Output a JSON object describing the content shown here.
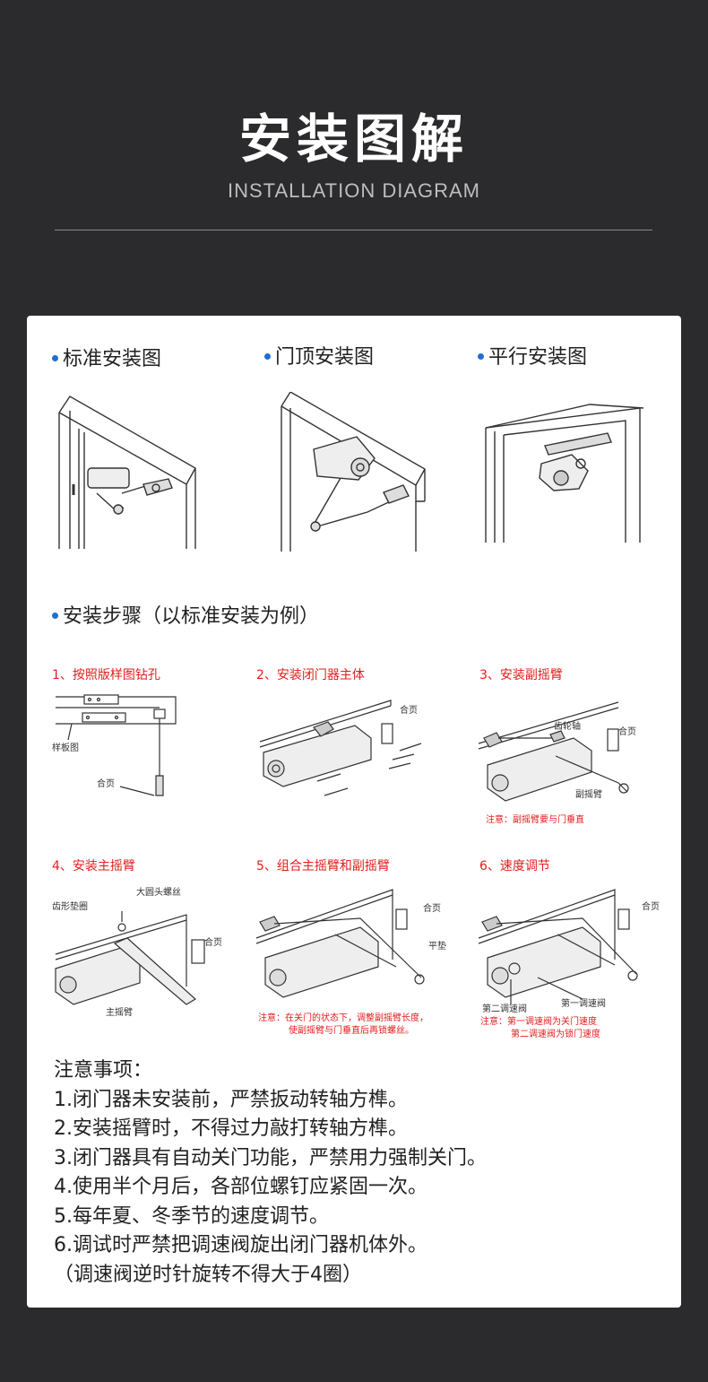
{
  "header": {
    "title": "安装图解",
    "subtitle": "INSTALLATION DIAGRAM"
  },
  "sections": {
    "standard": "标准安装图",
    "top": "门顶安装图",
    "parallel": "平行安装图",
    "steps_title": "安装步骤（以标准安装为例）"
  },
  "steps": [
    {
      "title": "1、按照版样图钻孔",
      "labels": [
        "样板图",
        "合页"
      ]
    },
    {
      "title": "2、安装闭门器主体",
      "labels": [
        "合页"
      ]
    },
    {
      "title": "3、安装副摇臂",
      "labels": [
        "齿轮轴",
        "合页",
        "副摇臂"
      ],
      "note": "注意：副摇臂要与门垂直"
    },
    {
      "title": "4、安装主摇臂",
      "labels": [
        "齿形垫圈",
        "大圆头螺丝",
        "合页",
        "主摇臂"
      ]
    },
    {
      "title": "5、组合主摇臂和副摇臂",
      "labels": [
        "合页",
        "平垫"
      ],
      "note": [
        "注意：在关门的状态下，调整副摇臂长度，",
        "使副摇臂与门垂直后再锁螺丝。"
      ]
    },
    {
      "title": "6、速度调节",
      "labels": [
        "合页",
        "第二调速阀",
        "第一调速阀"
      ],
      "note": [
        "注意：第一调速阀为关门速度",
        "第二调速阀为锁门速度"
      ]
    }
  ],
  "notes": [
    "注意事项：",
    "1.闭门器未安装前，严禁扳动转轴方榫。",
    "2.安装摇臂时，不得过力敲打转轴方榫。",
    "3.闭门器具有自动关门功能，严禁用力强制关门。",
    "4.使用半个月后，各部位螺钉应紧固一次。",
    "5.每年夏、冬季节的速度调节。",
    "6.调试时严禁把调速阀旋出闭门器机体外。",
    "（调速阀逆时针旋转不得大于4圈）"
  ],
  "colors": {
    "background": "#2b2a2c",
    "card": "#ffffff",
    "accent_dot": "#1f6fd0",
    "step_red": "#e31d1d"
  }
}
